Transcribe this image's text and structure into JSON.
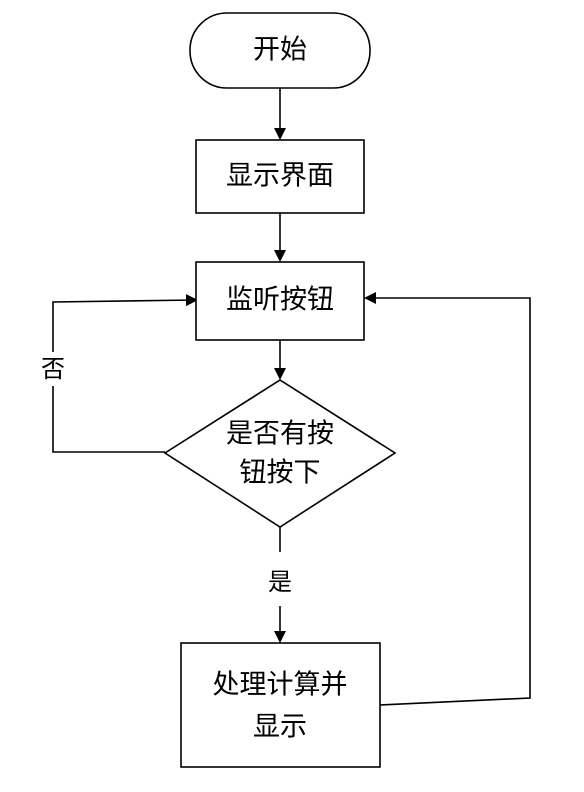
{
  "diagram": {
    "nodes": {
      "start": {
        "label": "开始"
      },
      "show_ui": {
        "label": "显示界面"
      },
      "listen": {
        "label": "监听按钮"
      },
      "decision": {
        "line1": "是否有按",
        "line2": "钮按下"
      },
      "process": {
        "line1": "处理计算并",
        "line2": "显示"
      }
    },
    "edges": {
      "no_label": "否",
      "yes_label": "是"
    },
    "colors": {
      "stroke": "#000000",
      "fill": "#ffffff",
      "text": "#000000"
    }
  }
}
